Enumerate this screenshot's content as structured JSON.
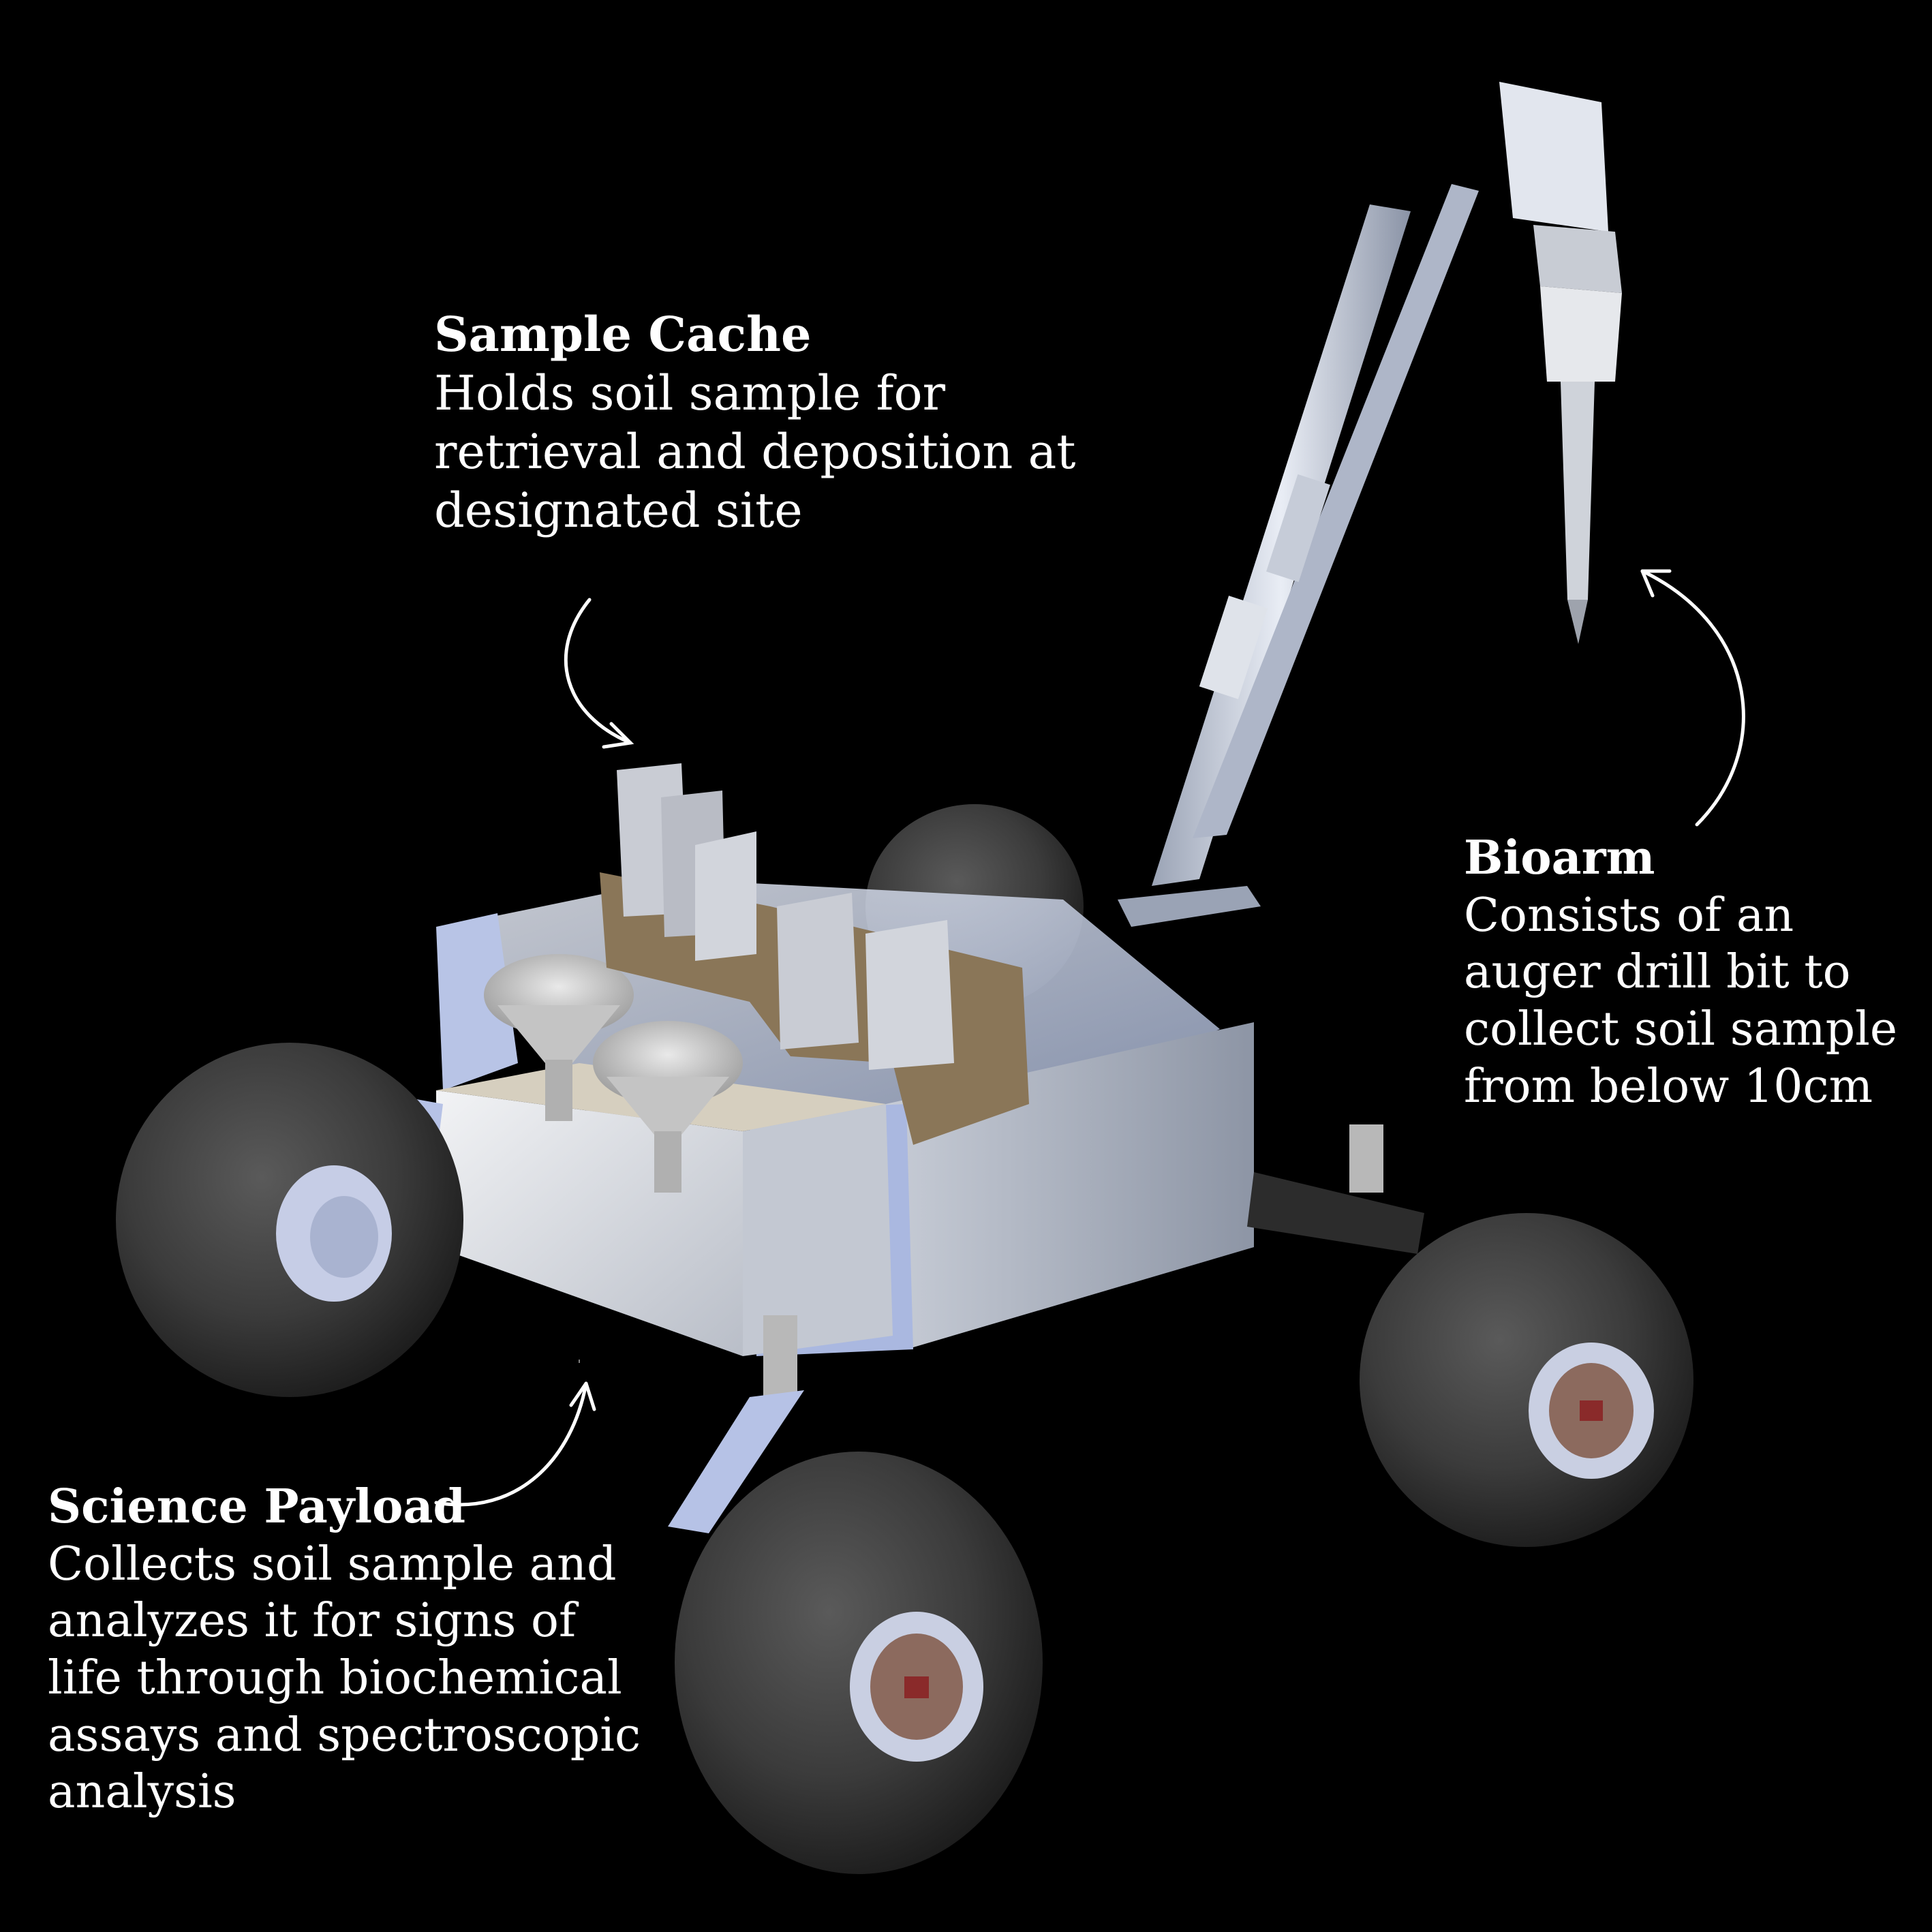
{
  "annotations": {
    "sample_cache": {
      "title": "Sample Cache",
      "description": "Holds soil sample for\nretrieval and deposition at\ndesignated site"
    },
    "bioarm": {
      "title": "Bioarm",
      "description": "Consists of an\nauger drill bit to\ncollect soil sample\nfrom below 10cm"
    },
    "science_payload": {
      "title": "Science Payload",
      "description": "Collects soil sample and\nanalyzes it for signs of\nlife through biochemical\nassays and spectroscopic\nanalysis"
    }
  },
  "colors": {
    "background": "#000000",
    "text": "#ffffff",
    "tire": "#3a3a3a",
    "metal": "#c9d3e6",
    "frame_blue": "#9aaee8",
    "cache_plate": "#8a7658",
    "hub_red": "#8a2a2a"
  }
}
